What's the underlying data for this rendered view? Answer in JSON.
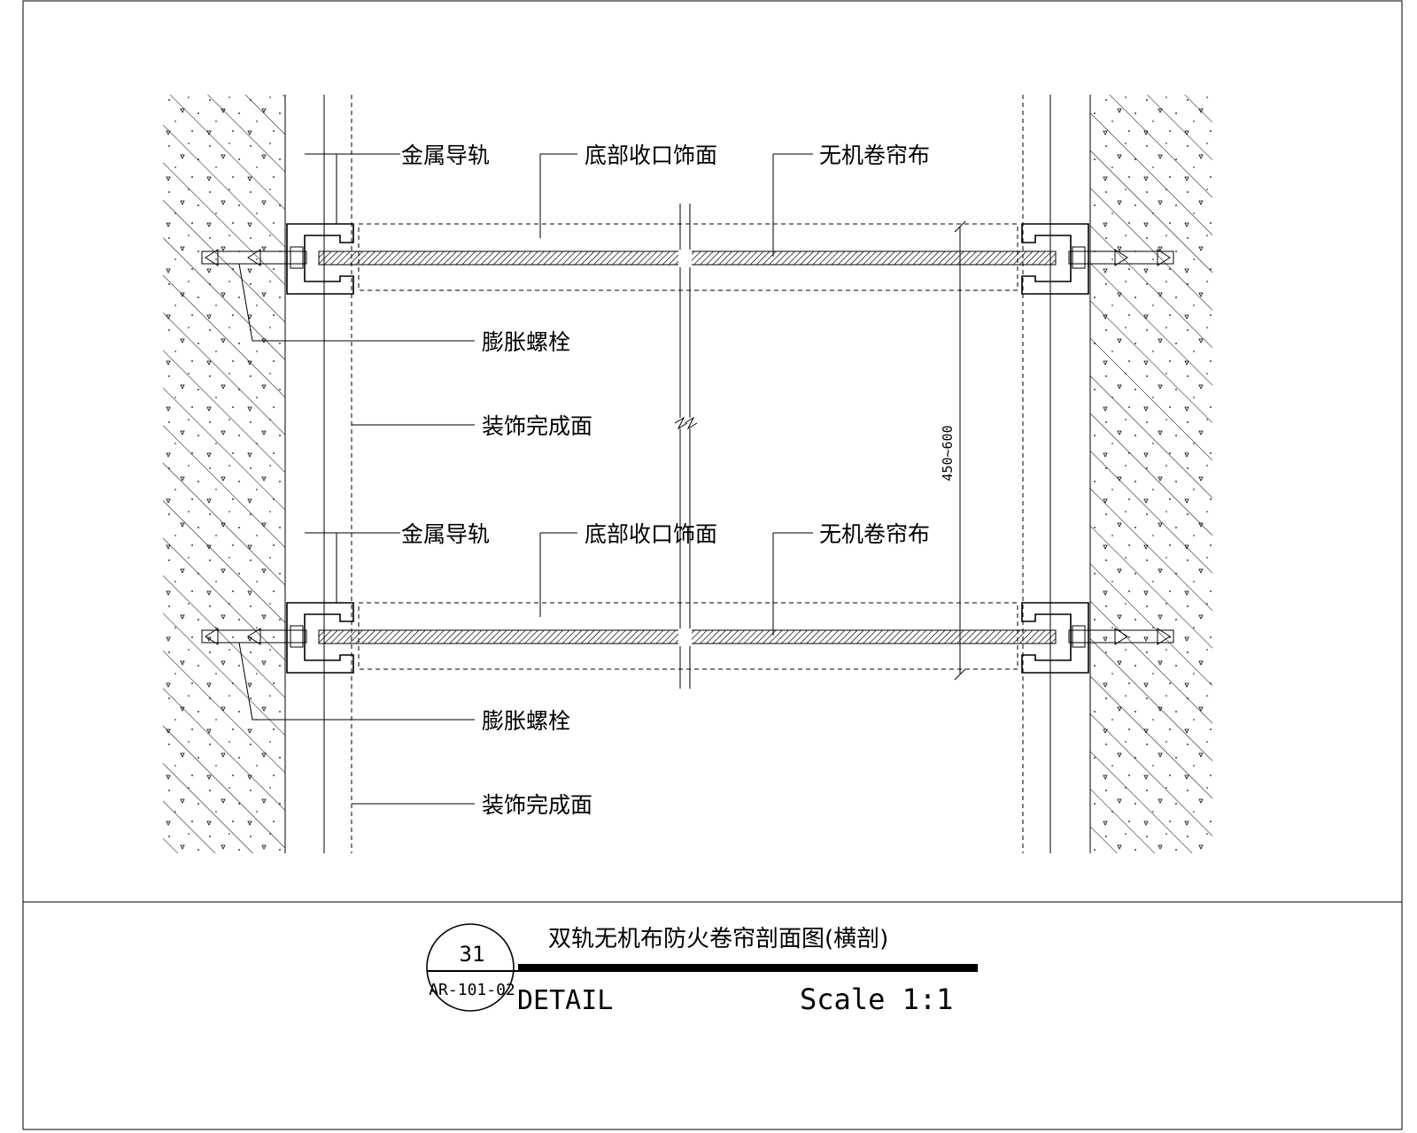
{
  "detail": {
    "labels": {
      "metal_rail": "金属导轨",
      "bottom_trim": "底部收口饰面",
      "inorganic_cloth": "无机卷帘布",
      "expansion_bolt": "膨胀螺栓",
      "finish_surface": "装饰完成面"
    },
    "dimension": "450~600"
  },
  "title_block": {
    "title": "双轨无机布防火卷帘剖面图(横剖)",
    "detail_number": "31",
    "sheet_ref": "AR-101-02",
    "detail_word": "DETAIL",
    "scale": "Scale 1:1"
  }
}
